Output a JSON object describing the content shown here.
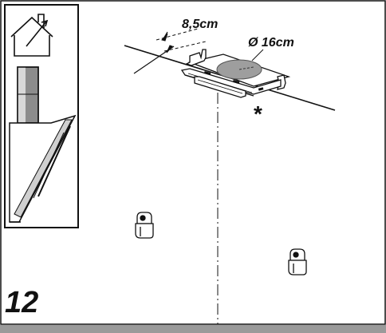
{
  "step": {
    "number": "12"
  },
  "dimensions": {
    "width_label": "8,5cm",
    "diameter_label": "Ø 16cm",
    "note_marker": "*"
  },
  "icons": {
    "exhaust": "house-exhaust-icon",
    "hood": "chimney-hood-icon",
    "anchor": "wall-plug-icon"
  },
  "colors": {
    "line": "#111111",
    "duct_fill": "#9e9e9e",
    "hood_dark": "#3a3a3a",
    "hood_mid": "#8c8c8c",
    "bottom_bar": "#9a9a9a"
  }
}
